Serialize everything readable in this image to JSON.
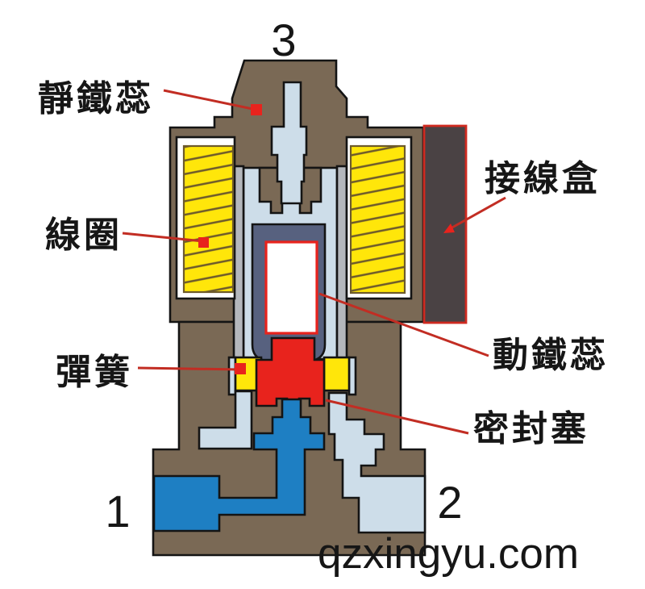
{
  "diagram": {
    "watermark": "qzxingyu.com",
    "labels": {
      "static_core": "靜鐵蕊",
      "coil": "線圈",
      "spring": "彈簧",
      "junction_box": "接線盒",
      "moving_core": "動鐵蕊",
      "seal_plug": "密封塞"
    },
    "ports": {
      "p1": "1",
      "p2": "2",
      "p3": "3"
    },
    "colors": {
      "body_brown": "#7a6955",
      "outline_ink": "#141414",
      "coil_yellow": "#ffe60a",
      "hatch_brown": "#6d5a2b",
      "pale_blue": "#cddde9",
      "tube_gray": "#b4b7bc",
      "core_slate": "#57617f",
      "fluid_blue": "#1e7fc3",
      "seal_red": "#e8231d",
      "junction_gray": "#4a4244",
      "junction_border_red": "#cf2a20",
      "leader_red": "#c22d23",
      "text_black": "#161616"
    }
  }
}
